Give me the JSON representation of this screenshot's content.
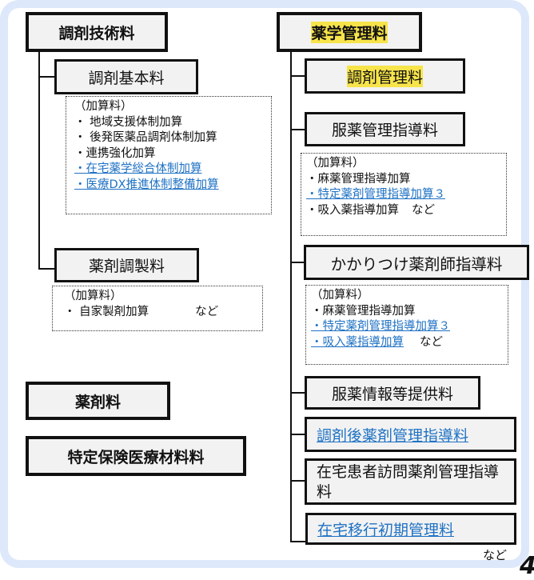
{
  "left": {
    "title": "調剤技術料",
    "basic_fee": {
      "label": "調剤基本料",
      "addons_header": "（加算料）",
      "addons": [
        {
          "text": "・ 地域支援体制加算",
          "new": false
        },
        {
          "text": "・ 後発医薬品調剤体制加算",
          "new": false
        },
        {
          "text": "・連携強化加算",
          "new": false
        },
        {
          "text": "・在宅薬学総合体制加算",
          "new": true
        },
        {
          "text": "・医療DX推進体制整備加算",
          "new": true
        }
      ]
    },
    "prep_fee": {
      "label": "薬剤調製料",
      "addons_header": "（加算料）",
      "addon": "・ 自家製剤加算",
      "etc": "など"
    },
    "drug_fee": "薬剤料",
    "material_fee": "特定保険医療材料料"
  },
  "right": {
    "title": "薬学管理料",
    "items": [
      {
        "label": "調剤管理料",
        "highlight": true
      },
      {
        "label": "服薬管理指導料"
      },
      {
        "label": "かかりつけ薬剤師指導料"
      },
      {
        "label": "服薬情報等提供料"
      },
      {
        "label": "調剤後薬剤管理指導料",
        "new": true
      },
      {
        "label": "在宅患者訪問薬剤管理指導料",
        "line1": "在宅患者訪問薬剤管理",
        "line2": "指導料"
      },
      {
        "label": "在宅移行初期管理料",
        "new": true
      }
    ],
    "med_mgmt_addons": {
      "header": "（加算料）",
      "rows": [
        {
          "text": "・麻薬管理指導加算",
          "new": false
        },
        {
          "text": "・特定薬剤管理指導加算３",
          "new": true
        },
        {
          "text": "・吸入薬指導加算",
          "etc": "など",
          "new": false
        }
      ]
    },
    "kakaritsuke_addons": {
      "header": "（加算料）",
      "rows": [
        {
          "text": "・麻薬管理指導加算",
          "new": false
        },
        {
          "text": "・特定薬剤管理指導加算３",
          "new": true
        },
        {
          "text": "・吸入薬指導加算",
          "etc": "など",
          "new": true
        }
      ]
    },
    "etc": "など"
  },
  "page_number": "4",
  "colors": {
    "frame": "#dde8fb",
    "box_fill": "#f2f2f2",
    "highlight": "#f7e44a",
    "new_link": "#1f72c4"
  }
}
